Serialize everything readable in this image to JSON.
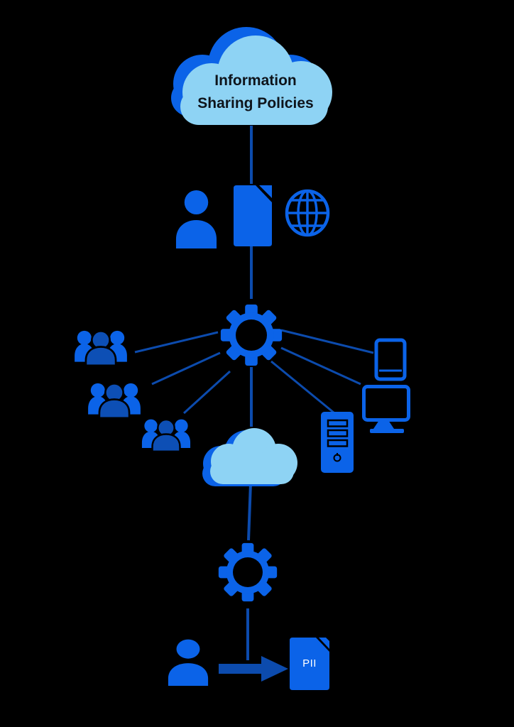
{
  "diagram": {
    "title": {
      "line1": "Information",
      "line2": "Sharing Policies"
    },
    "pii_label": "PII",
    "colors": {
      "background": "#000000",
      "primary_blue": "#0b63e8",
      "light_blue": "#8ed3f4",
      "dark_blue": "#0c4bad",
      "group_center_blue": "#0d4fb5",
      "text_dark": "#0e141b",
      "label_white": "#ffffff"
    },
    "icons": [
      "cloud-icon",
      "person-icon",
      "document-icon",
      "globe-icon",
      "gear-icon",
      "user-group-icon",
      "tablet-icon",
      "monitor-icon",
      "server-icon",
      "arrow-right-icon",
      "pii-document-icon"
    ]
  }
}
